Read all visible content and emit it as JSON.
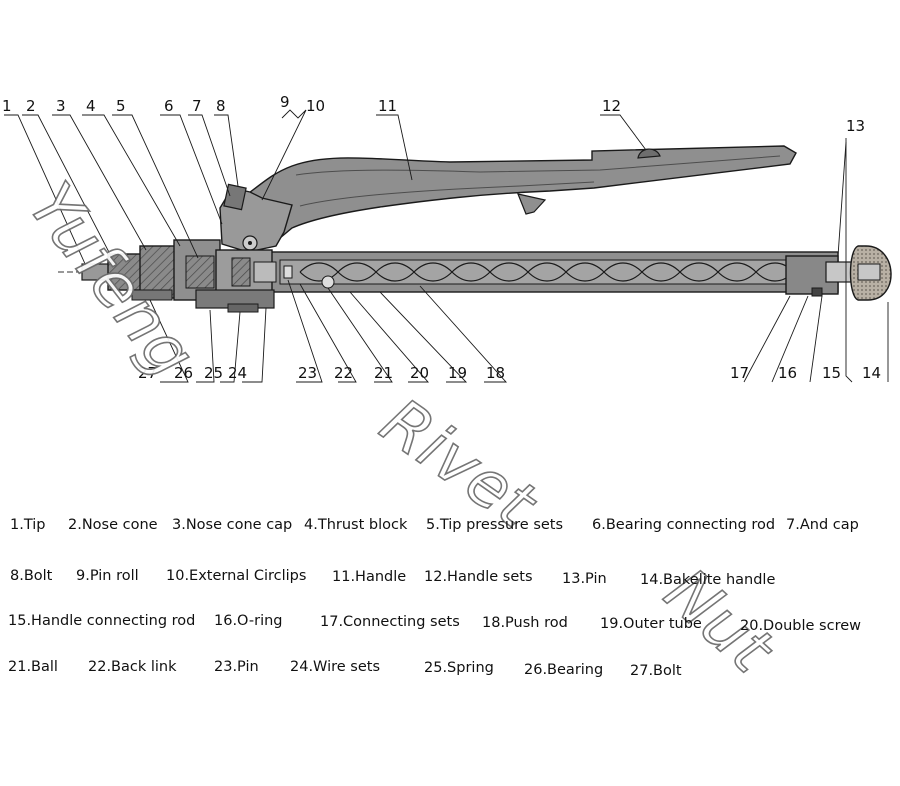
{
  "callout_numbers": [
    "1",
    "2",
    "3",
    "4",
    "5",
    "6",
    "7",
    "8",
    "9",
    "10",
    "11",
    "12",
    "13",
    "14",
    "15",
    "16",
    "17",
    "18",
    "19",
    "20",
    "21",
    "22",
    "23",
    "24",
    "25",
    "26",
    "27"
  ],
  "legend": [
    [
      "1.Tip",
      "2.Nose cone",
      "3.Nose cone cap",
      "4.Thrust block",
      "5.Tip pressure sets",
      "6.Bearing connecting rod",
      "7.And cap"
    ],
    [
      "8.Bolt",
      "9.Pin roll",
      "10.External Circlips",
      "11.Handle",
      "12.Handle sets",
      "13.Pin",
      "14.Bakelite handle"
    ],
    [
      "15.Handle connecting rod",
      "16.O-ring",
      "17.Connecting sets",
      "18.Push rod",
      "19.Outer tube",
      "20.Double screw"
    ],
    [
      "21.Ball",
      "22.Back link",
      "23.Pin",
      "24.Wire sets",
      "25.Spring",
      "26.Bearing",
      "27.Bolt"
    ]
  ],
  "watermark": [
    "Yufeng",
    "Rivet",
    "Nut"
  ],
  "colors": {
    "body_fill": "#8f8f8f",
    "body_dark": "#5e5e5e",
    "line": "#1a1a1a",
    "bakelite": "#b0a89c"
  }
}
